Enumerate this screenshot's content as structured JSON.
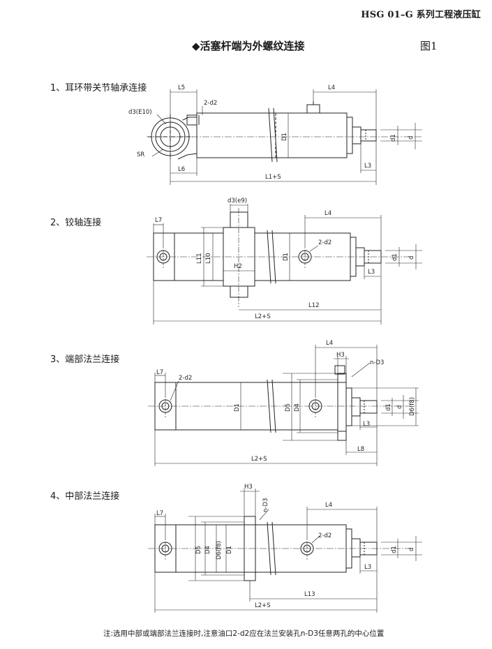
{
  "header": {
    "series": "HSG 01–G 系列工程液压缸"
  },
  "title": "◆活塞杆端为外螺纹连接",
  "figure_no": "图1",
  "sections": [
    {
      "label": "1、耳环带关节轴承连接"
    },
    {
      "label": "2、铰轴连接"
    },
    {
      "label": "3、端部法兰连接"
    },
    {
      "label": "4、中部法兰连接"
    }
  ],
  "labels1": {
    "L5": "L5",
    "d2": "2-d2",
    "L4": "L4",
    "d3": "d3(E10)",
    "SR": "SR",
    "L6": "L6",
    "D1": "D1",
    "dL": "d1",
    "d": "d",
    "L3": "L3",
    "L1S": "L1+S"
  },
  "labels2": {
    "L7": "L7",
    "d3": "d3(e9)",
    "L4": "L4",
    "d2": "2-d2",
    "L11": "L11",
    "L10": "L10",
    "H2": "H2",
    "D1": "D1",
    "dL": "d1",
    "d": "d",
    "L3": "L3",
    "L12": "L12",
    "L2S": "L2+S"
  },
  "labels3": {
    "L4": "L4",
    "H3": "H3",
    "nD3": "n-D3",
    "L7": "L7",
    "d2": "2-d2",
    "D1": "D1",
    "D5": "D5",
    "D4": "D4",
    "dL": "d1",
    "d": "d",
    "D6": "D6(f8)",
    "L3": "L3",
    "L8": "L8",
    "L2S": "L2+S"
  },
  "labels4": {
    "H3": "H3",
    "nD3": "n-D3",
    "L4": "L4",
    "L7": "L7",
    "d2": "2-d2",
    "D5": "D5",
    "D4": "D4",
    "D6": "D6(f8)",
    "D1": "D1",
    "dL": "d1",
    "d": "d",
    "L3": "L3",
    "L13": "L13",
    "L2S": "L2+S"
  },
  "note": "注:选用中部或端部法兰连接时,注意油口2-d2应在法兰安装孔n-D3任意两孔的中心位置"
}
